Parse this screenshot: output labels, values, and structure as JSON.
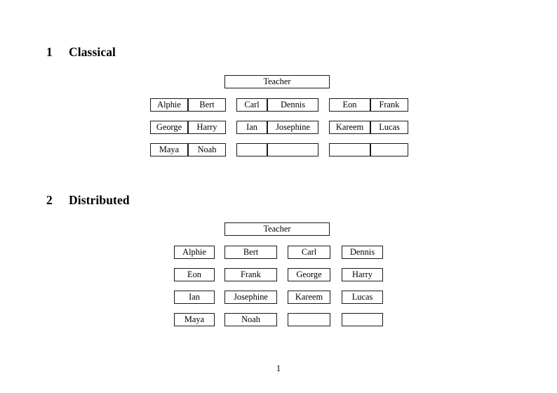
{
  "document": {
    "page_number": "1"
  },
  "sections": {
    "classical": {
      "number": "1",
      "title": "Classical",
      "teacher_label": "Teacher",
      "groups": [
        {
          "rows": [
            [
              "Alphie",
              "Bert"
            ],
            [
              "George",
              "Harry"
            ],
            [
              "Maya",
              "Noah"
            ]
          ]
        },
        {
          "rows": [
            [
              "Carl",
              "Dennis"
            ],
            [
              "Ian",
              "Josephine"
            ],
            [
              "",
              ""
            ]
          ]
        },
        {
          "rows": [
            [
              "Eon",
              "Frank"
            ],
            [
              "Kareem",
              "Lucas"
            ],
            [
              "",
              ""
            ]
          ]
        }
      ]
    },
    "distributed": {
      "number": "2",
      "title": "Distributed",
      "teacher_label": "Teacher",
      "rows": [
        [
          "Alphie",
          "Bert",
          "Carl",
          "Dennis"
        ],
        [
          "Eon",
          "Frank",
          "George",
          "Harry"
        ],
        [
          "Ian",
          "Josephine",
          "Kareem",
          "Lucas"
        ],
        [
          "Maya",
          "Noah",
          "",
          ""
        ]
      ]
    }
  },
  "colors": {
    "page_background": "#ffffff",
    "text": "#000000",
    "box_border": "#1a1a1a"
  }
}
